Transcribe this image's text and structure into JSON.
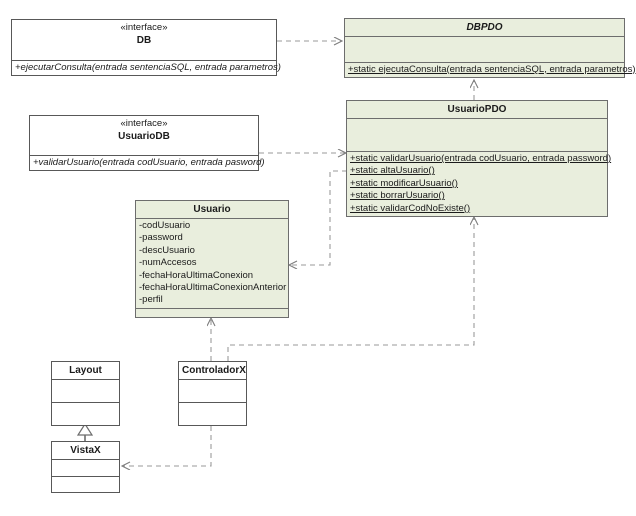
{
  "diagram": {
    "title": "UML class diagram",
    "colors": {
      "class_fill_green": "#e9eedd",
      "class_fill_white": "#ffffff",
      "border": "#585858",
      "line": "#9a9a9a",
      "text": "#1b1b1b"
    }
  },
  "classes": {
    "db": {
      "stereotype": "«interface»",
      "name": "DB",
      "methods": [
        "+ejecutarConsulta(entrada sentenciaSQL, entrada parametros)"
      ]
    },
    "dbpdo": {
      "name": "DBPDO",
      "attributes": [],
      "methods": [
        "+static ejecutaConsulta(entrada sentenciaSQL, entrada parametros)"
      ]
    },
    "usuariodb": {
      "stereotype": "«interface»",
      "name": "UsuarioDB",
      "methods": [
        "+validarUsuario(entrada codUsuario, entrada pasword)"
      ]
    },
    "usuariopdo": {
      "name": "UsuarioPDO",
      "attributes": [],
      "methods": [
        "+static validarUsuario(entrada codUsuario, entrada password)",
        "+static altaUsuario()",
        "+static modificarUsuario()",
        "+static borrarUsuario()",
        "+static validarCodNoExiste()"
      ]
    },
    "usuario": {
      "name": "Usuario",
      "attributes": [
        "-codUsuario",
        "-password",
        "-descUsuario",
        "-numAccesos",
        "-fechaHoraUltimaConexion",
        "-fechaHoraUltimaConexionAnterior",
        "-perfil"
      ],
      "methods": []
    },
    "layout": {
      "name": "Layout",
      "attributes": [],
      "methods": []
    },
    "controladorx": {
      "name": "ControladorX",
      "attributes": [],
      "methods": []
    },
    "vistax": {
      "name": "VistaX",
      "attributes": [],
      "methods": []
    }
  },
  "relations": [
    {
      "id": "db-to-dbpdo",
      "type": "dependency",
      "from": "DB",
      "to": "DBPDO",
      "style": "dashed-open-arrow"
    },
    {
      "id": "usuariopdo-to-dbpdo",
      "type": "dependency",
      "from": "UsuarioPDO",
      "to": "DBPDO",
      "style": "dashed-open-arrow"
    },
    {
      "id": "usuariodb-to-usuariopdo",
      "type": "dependency",
      "from": "UsuarioDB",
      "to": "UsuarioPDO",
      "style": "dashed-open-arrow"
    },
    {
      "id": "usuariopdo-to-usuario",
      "type": "dependency",
      "from": "UsuarioPDO",
      "to": "Usuario",
      "style": "dashed-open-arrow"
    },
    {
      "id": "controladorx-to-usuario",
      "type": "dependency",
      "from": "ControladorX",
      "to": "Usuario",
      "style": "dashed-open-arrow"
    },
    {
      "id": "controladorx-to-usuariopdo",
      "type": "dependency",
      "from": "ControladorX",
      "to": "UsuarioPDO",
      "style": "dashed-open-arrow"
    },
    {
      "id": "controladorx-to-vistax",
      "type": "dependency",
      "from": "ControladorX",
      "to": "VistaX",
      "style": "dashed-open-arrow"
    },
    {
      "id": "vistax-to-layout",
      "type": "generalization",
      "from": "VistaX",
      "to": "Layout",
      "style": "solid-hollow-triangle"
    }
  ]
}
